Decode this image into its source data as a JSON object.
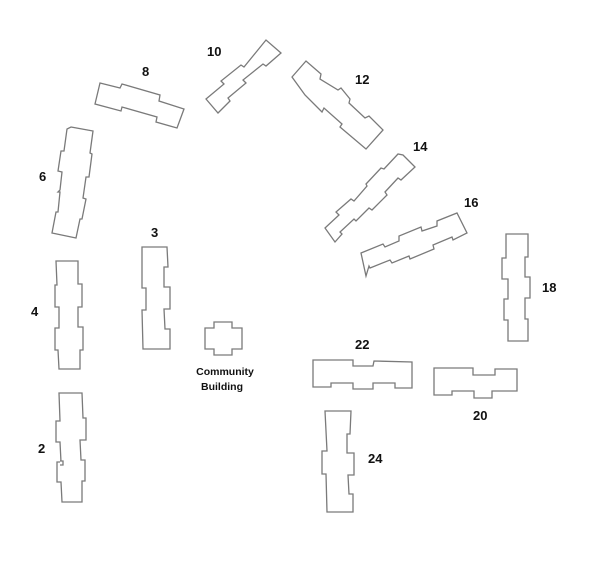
{
  "map": {
    "title": "Site plan",
    "colors": {
      "outline": "#7a7a7a",
      "label": "#111111",
      "background": "#ffffff"
    },
    "buildings": [
      {
        "id": "2",
        "label": "2"
      },
      {
        "id": "3",
        "label": "3"
      },
      {
        "id": "4",
        "label": "4"
      },
      {
        "id": "6",
        "label": "6"
      },
      {
        "id": "8",
        "label": "8"
      },
      {
        "id": "10",
        "label": "10"
      },
      {
        "id": "12",
        "label": "12"
      },
      {
        "id": "14",
        "label": "14"
      },
      {
        "id": "16",
        "label": "16"
      },
      {
        "id": "18",
        "label": "18"
      },
      {
        "id": "20",
        "label": "20"
      },
      {
        "id": "22",
        "label": "22"
      },
      {
        "id": "24",
        "label": "24"
      }
    ],
    "community_building": {
      "line1": "Community",
      "line2": "Building"
    }
  }
}
